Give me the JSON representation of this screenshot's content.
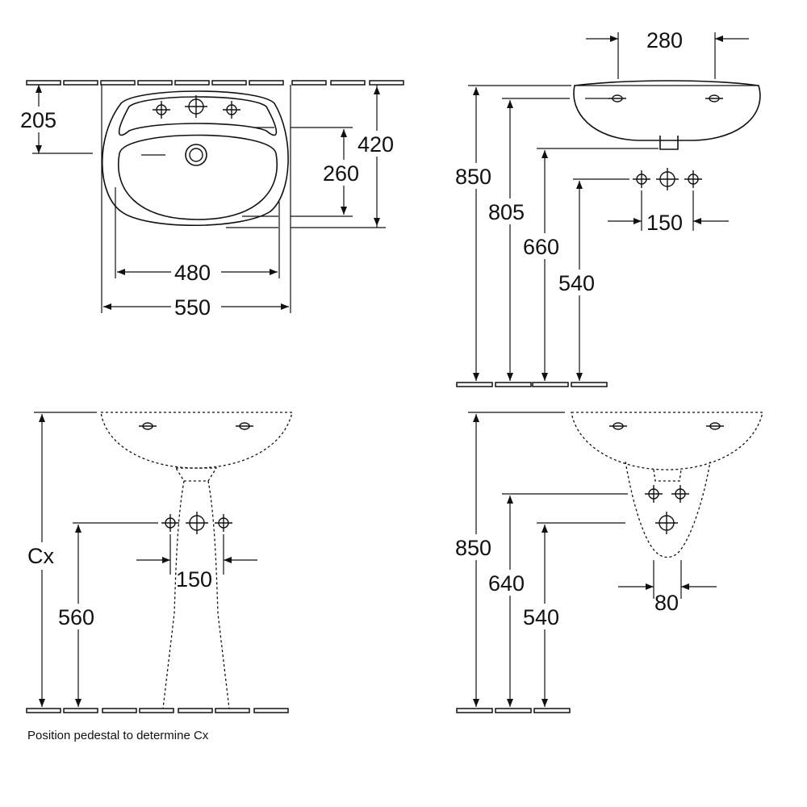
{
  "top_view": {
    "dim_depth_to_tap": "205",
    "dim_total_depth": "420",
    "dim_bowl_depth": "260",
    "dim_bowl_width": "480",
    "dim_total_width": "550"
  },
  "side_view": {
    "dim_overflow_spacing": "280",
    "dim_rim_height": "850",
    "dim_overflow_height": "805",
    "dim_waste_height": "660",
    "dim_supply_height": "540",
    "dim_supply_spacing": "150"
  },
  "pedestal_view": {
    "dim_cx": "Cx",
    "dim_supply_height": "560",
    "dim_supply_spacing": "150",
    "note": "Position pedestal to determine Cx"
  },
  "semi_pedestal_view": {
    "dim_rim_height": "850",
    "dim_supply_height": "640",
    "dim_waste_height": "540",
    "dim_spacing": "80"
  }
}
